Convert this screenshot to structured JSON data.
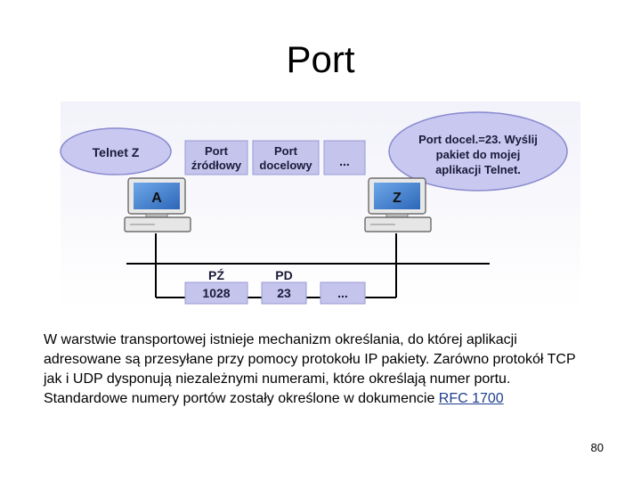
{
  "slide": {
    "title": "Port",
    "page_number": "80"
  },
  "diagram": {
    "bubble_left": "Telnet Z",
    "bubble_right_lines": [
      "Port docel.=23. Wyślij",
      "pakiet do mojej",
      "aplikacji Telnet."
    ],
    "header_boxes": [
      {
        "lines": [
          "Port",
          "źródłowy"
        ]
      },
      {
        "lines": [
          "Port",
          "docelowy"
        ]
      },
      {
        "lines": [
          "..."
        ]
      }
    ],
    "host_left": "A",
    "host_right": "Z",
    "bottom_labels": [
      "PŹ",
      "PD"
    ],
    "bottom_boxes": [
      "1028",
      "23",
      "..."
    ]
  },
  "paragraph": {
    "text": "W warstwie transportowej istnieje mechanizm określania, do której aplikacji adresowane są przesyłane przy pomocy protokołu IP pakiety. Zarówno protokół TCP jak i UDP dysponują niezależnymi numerami, które określają numer portu. Standardowe numery portów zostały określone w dokumencie ",
    "link_text": "RFC 1700"
  },
  "colors": {
    "bubble_fill": "#c8c8f0",
    "bubble_stroke": "#7a7ac8",
    "box_fill": "#c4c4ec",
    "monitor_blue": "#3f7fcf",
    "text_dark": "#1a1a3a"
  }
}
